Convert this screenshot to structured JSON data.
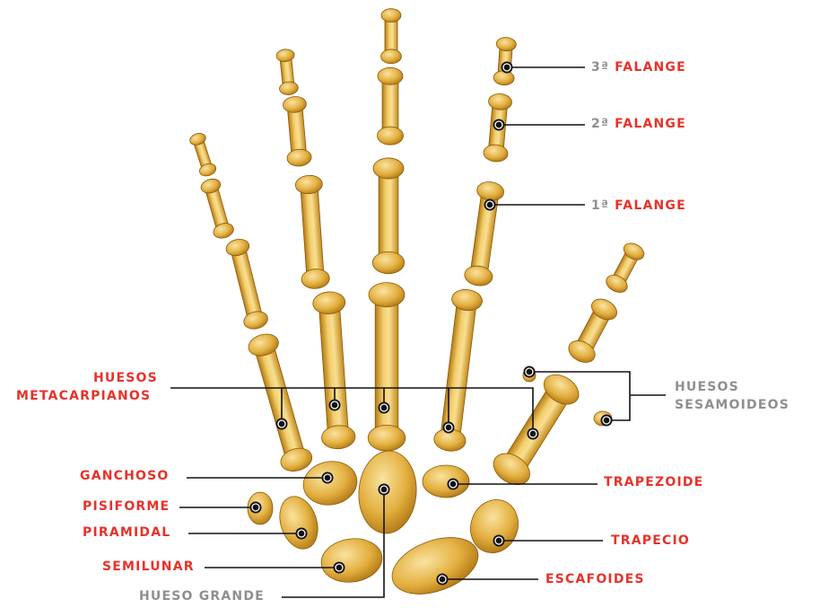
{
  "colors": {
    "bone_light": "#f6d77f",
    "bone_mid": "#e0aa35",
    "bone_dark": "#b57a12",
    "label_red": "#e8322a",
    "label_grey": "#8f8f8f",
    "leader_line": "#111111"
  },
  "labels": {
    "phalanx3_prefix": "3ª",
    "phalanx3": "FALANGE",
    "phalanx2_prefix": "2ª",
    "phalanx2": "FALANGE",
    "phalanx1_prefix": "1ª",
    "phalanx1": "FALANGE",
    "metacarpals_line1": "HUESOS",
    "metacarpals_line2": "METACARPIANOS",
    "sesamoids_line1": "HUESOS",
    "sesamoids_line2": "SESAMOIDEOS",
    "hamate": "GANCHOSO",
    "trapezoid": "TRAPEZOIDE",
    "pisiform": "PISIFORME",
    "triquetrum": "PIRAMIDAL",
    "trapezium": "TRAPECIO",
    "lunate": "SEMILUNAR",
    "scaphoid": "ESCAFOIDES",
    "capitate": "HUESO GRANDE"
  }
}
